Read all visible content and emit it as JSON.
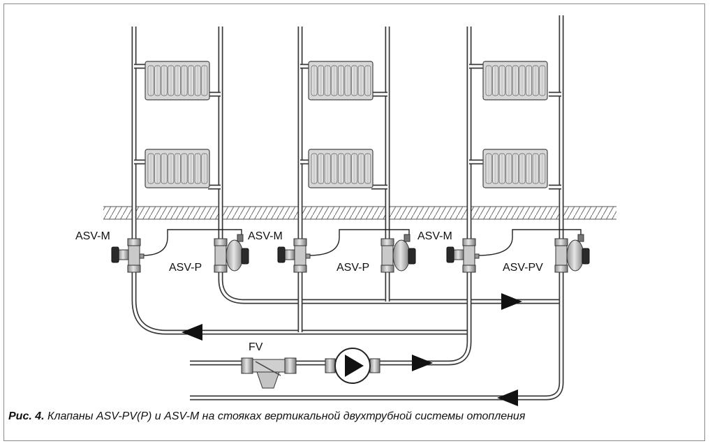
{
  "labels": {
    "asv_m_1": "ASV-M",
    "asv_p_1": "ASV-P",
    "asv_m_2": "ASV-M",
    "asv_p_2": "ASV-P",
    "asv_m_3": "ASV-M",
    "asv_pv": "ASV-PV",
    "fv": "FV"
  },
  "caption": {
    "number": "Рис. 4.",
    "text": "Клапаны ASV-PV(P) и ASV-M на стояках вертикальной двухтрубной системы отопления"
  },
  "colors": {
    "pipe_outline": "#3a3a3a",
    "pipe_fill": "#ffffff",
    "valve_fill": "#b8b8b8",
    "radiator_fill": "#dcdcdc"
  }
}
